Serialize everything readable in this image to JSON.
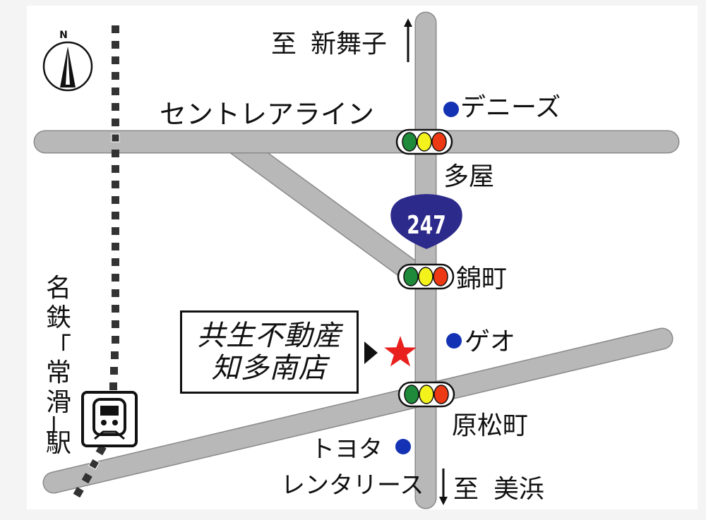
{
  "map": {
    "compass": {
      "label": "N"
    },
    "directions": {
      "north": {
        "prefix": "至",
        "place": "新舞子"
      },
      "south": {
        "prefix": "至",
        "place": "美浜"
      }
    },
    "roads": {
      "centrair_line": "セントレアライン",
      "route_number": "247"
    },
    "intersections": [
      {
        "name": "多屋"
      },
      {
        "name": "錦町"
      },
      {
        "name": "原松町"
      }
    ],
    "landmarks": [
      {
        "name": "デニーズ"
      },
      {
        "name": "ゲオ"
      },
      {
        "name_line1": "トヨタ",
        "name_line2": "レンタリース"
      }
    ],
    "station": {
      "chars": [
        "名",
        "鉄",
        "「",
        "常",
        "滑",
        "」",
        "駅"
      ]
    },
    "shop": {
      "line1": "共生不動産",
      "line2": "知多南店"
    },
    "colors": {
      "road": "#b8b8b8",
      "road_edge": "#8a8a8a",
      "signal_green": "#1e8a3a",
      "signal_yellow": "#f3f21c",
      "signal_red": "#ee3a14",
      "landmark_dot": "#1432b4",
      "route_shield": "#2c2a8a",
      "star": "#e8201e"
    }
  }
}
